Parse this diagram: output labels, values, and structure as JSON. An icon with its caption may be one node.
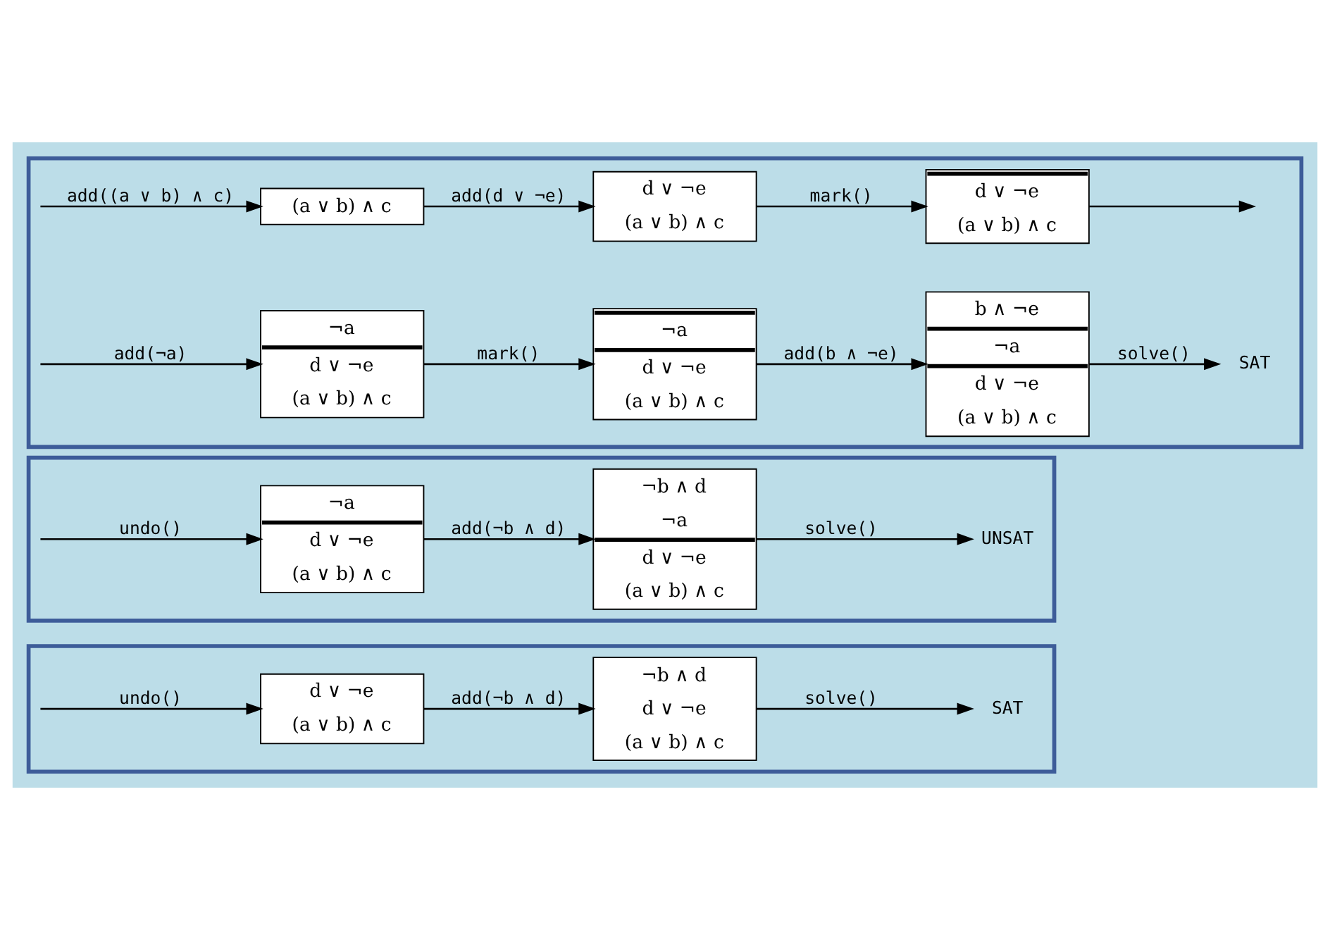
{
  "diagram": {
    "nodes": [
      {
        "text": [],
        "shape": "box"
      },
      {
        "text": [
          "(a ∨ b) ∧ c"
        ],
        "in": 0
      },
      {
        "text": [
          "d ∨ ¬e",
          "(a ∨ b) ∧ c"
        ],
        "in": 0
      },
      {
        "text": [
          "d ∨ ¬e",
          "(a ∨ b) ∧ c"
        ],
        "in": 0
      },
      {
        "text": [
          "¬a",
          "d ∨ ¬e",
          "(a ∨ b) ∧ c"
        ],
        "in": 0
      },
      {
        "text": [
          "¬a",
          "d ∨ ¬e",
          "(a ∨ b) ∧ c"
        ],
        "in": 0
      },
      {
        "text": [
          "b ∧ ¬e",
          "¬a",
          "d ∨ ¬e",
          "(a ∨ b) ∧ c"
        ],
        "in": 0
      },
      {
        "text": [
          "SAT"
        ],
        "in": 0
      },
      {
        "text": [],
        "shape": "box"
      },
      {
        "text": [
          "¬a",
          "d ∨ ¬e",
          "(a ∨ b) ∧ c"
        ],
        "in": 8
      },
      {
        "text": [
          "¬b ∧ d",
          "¬a",
          "d ∨ ¬e",
          "(a ∨ b) ∧ c"
        ],
        "in": 8
      },
      {
        "text": [
          "UNSAT"
        ],
        "in": 8
      },
      {
        "text": [],
        "shape": "box"
      },
      {
        "text": [
          "d ∨ ¬e",
          "(a ∨ b) ∧ c"
        ],
        "in": 12
      },
      {
        "text": [
          "¬b ∧ d",
          "d ∨ ¬e",
          "(a ∨ b) ∧ c"
        ],
        "in": 12
      },
      {
        "text": [
          "SAT"
        ],
        "in": 12
      }
    ],
    "edges": [
      {
        "from": null,
        "to": 1,
        "arrow": "to",
        "label": "add((a ∨ b) ∧ c)"
      },
      {
        "from": 1,
        "to": 2,
        "arrow": "to",
        "label": "add(d ∨ ¬e)"
      },
      {
        "from": 2,
        "to": 3,
        "arrow": "to",
        "label": "mark()"
      },
      {
        "from": 3,
        "to": null,
        "arrow": "to"
      },
      {
        "from": null,
        "to": 4,
        "arrow": "to",
        "label": "add(¬a)"
      },
      {
        "from": 4,
        "to": 5,
        "arrow": "to",
        "label": "mark()"
      },
      {
        "from": 5,
        "to": 6,
        "arrow": "to",
        "label": "add(b ∧ ¬e)"
      },
      {
        "from": 6,
        "to": 7,
        "arrow": "to",
        "label": "solve()"
      },
      {
        "from": null,
        "to": 9,
        "arrow": "to",
        "label": "undo()"
      },
      {
        "from": 9,
        "to": 10,
        "arrow": "to",
        "label": "add(¬b ∧ d)"
      },
      {
        "from": 10,
        "to": 11,
        "arrow": "to",
        "label": "solve()"
      },
      {
        "from": null,
        "to": 13,
        "arrow": "to",
        "label": "undo()"
      },
      {
        "from": 13,
        "to": 14,
        "arrow": "to",
        "label": "add(¬b ∧ d)"
      },
      {
        "from": 14,
        "to": 15,
        "arrow": "to",
        "label": "solve()"
      }
    ]
  }
}
